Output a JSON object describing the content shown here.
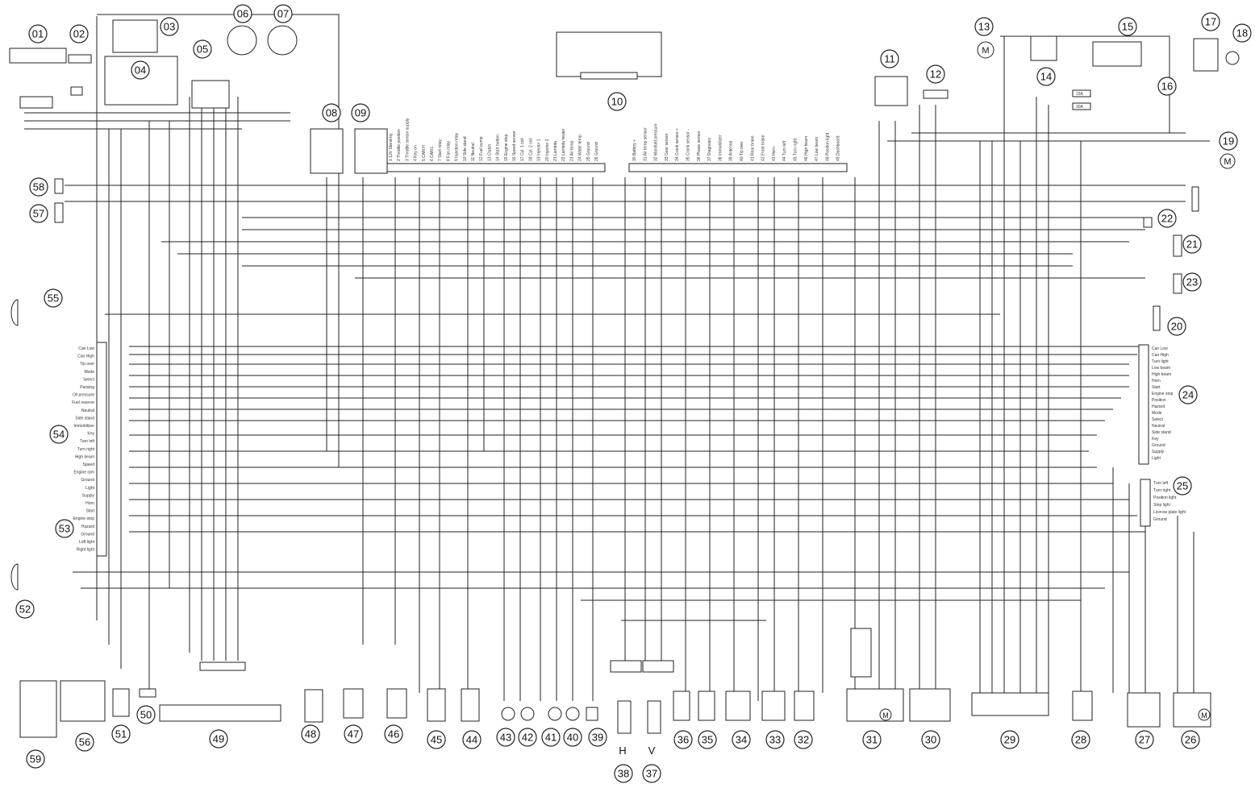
{
  "components": [
    {
      "id": "01"
    },
    {
      "id": "02"
    },
    {
      "id": "03"
    },
    {
      "id": "04"
    },
    {
      "id": "05"
    },
    {
      "id": "06"
    },
    {
      "id": "07"
    },
    {
      "id": "08"
    },
    {
      "id": "09"
    },
    {
      "id": "10"
    },
    {
      "id": "11"
    },
    {
      "id": "12"
    },
    {
      "id": "13"
    },
    {
      "id": "14"
    },
    {
      "id": "15"
    },
    {
      "id": "16"
    },
    {
      "id": "17"
    },
    {
      "id": "18"
    },
    {
      "id": "19"
    },
    {
      "id": "20"
    },
    {
      "id": "21"
    },
    {
      "id": "22"
    },
    {
      "id": "23"
    },
    {
      "id": "24"
    },
    {
      "id": "25"
    },
    {
      "id": "26"
    },
    {
      "id": "27"
    },
    {
      "id": "28"
    },
    {
      "id": "29"
    },
    {
      "id": "30"
    },
    {
      "id": "31"
    },
    {
      "id": "32"
    },
    {
      "id": "33"
    },
    {
      "id": "34"
    },
    {
      "id": "35"
    },
    {
      "id": "36"
    },
    {
      "id": "37"
    },
    {
      "id": "38"
    },
    {
      "id": "39"
    },
    {
      "id": "40"
    },
    {
      "id": "41"
    },
    {
      "id": "42"
    },
    {
      "id": "43"
    },
    {
      "id": "44"
    },
    {
      "id": "45"
    },
    {
      "id": "46"
    },
    {
      "id": "47"
    },
    {
      "id": "48"
    },
    {
      "id": "49"
    },
    {
      "id": "50"
    },
    {
      "id": "51"
    },
    {
      "id": "52"
    },
    {
      "id": "53"
    },
    {
      "id": "54"
    },
    {
      "id": "55"
    },
    {
      "id": "56"
    },
    {
      "id": "57"
    },
    {
      "id": "58"
    },
    {
      "id": "59"
    }
  ],
  "motor_symbol": "M",
  "ignition_labels": {
    "left": "H",
    "right": "V"
  },
  "fuses": [
    "15A",
    "30A"
  ],
  "ecu_pin_labels": {
    "block_a": [
      "1 12V Stand-by",
      "2 Throttle position",
      "3 Throttle sensor supply",
      "4 Key on",
      "5 CAN H",
      "6 CAN L",
      "7 Start relay",
      "8 Fan relay",
      "9 Injection relay",
      "10 Side stand",
      "11 Neutral",
      "12 Fuel pump",
      "13 Clutch",
      "14 Start button",
      "15 Engine stop",
      "16 Speed sensor",
      "17 Cyl. 1 coil",
      "18 Cyl. 2 coil",
      "19 Injector 1",
      "20 Injector 2",
      "21 Lambda",
      "22 Lambda heater",
      "23 Air temp",
      "24 Water temp",
      "25 Ground",
      "26 Ground"
    ],
    "block_b": [
      "30 Battery +",
      "31 Air temp sensor",
      "32 Manifold pressure",
      "33 Gear sensor",
      "34 Crank sensor +",
      "35 Crank sensor -",
      "36 Phase sensor",
      "37 Diagnosis",
      "38 Immobilizer",
      "39 Antenna",
      "40 Tip over",
      "41 Rear brake",
      "42 Front brake",
      "43 Horn",
      "44 Turn left",
      "45 Turn right",
      "46 High beam",
      "47 Low beam",
      "48 Position light",
      "49 Dashboard"
    ]
  },
  "dashboard_left_labels": [
    "Can Low",
    "Can High",
    "Tip over",
    "Mode",
    "Select",
    "Passing",
    "Oil pressure",
    "Fuel reserve",
    "Neutral",
    "Side stand",
    "Immobilizer",
    "Key",
    "Turn left",
    "Turn right",
    "High beam",
    "Speed",
    "Engine rpm",
    "Ground",
    "Light",
    "Supply",
    "Horn",
    "Start",
    "Engine stop",
    "Hazard",
    "Ground",
    "Left light",
    "Right light"
  ],
  "dashboard_right_labels": [
    "Can Low",
    "Can High",
    "Turn light",
    "Low beam",
    "High beam",
    "Horn",
    "Start",
    "Engine stop",
    "Position",
    "Hazard",
    "Mode",
    "Select",
    "Neutral",
    "Side stand",
    "Key",
    "Ground",
    "Supply",
    "Light"
  ],
  "lights_labels": [
    "Turn left",
    "Turn right",
    "Position light",
    "Stop light",
    "License plate light",
    "Ground"
  ]
}
